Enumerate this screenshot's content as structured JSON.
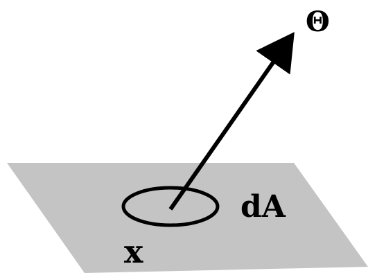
{
  "diagram": {
    "labels": {
      "direction": "Θ",
      "area": "dA",
      "point": "x"
    },
    "colors": {
      "plane": "#c4c4c4",
      "stroke": "#000000",
      "background": "#ffffff"
    }
  }
}
